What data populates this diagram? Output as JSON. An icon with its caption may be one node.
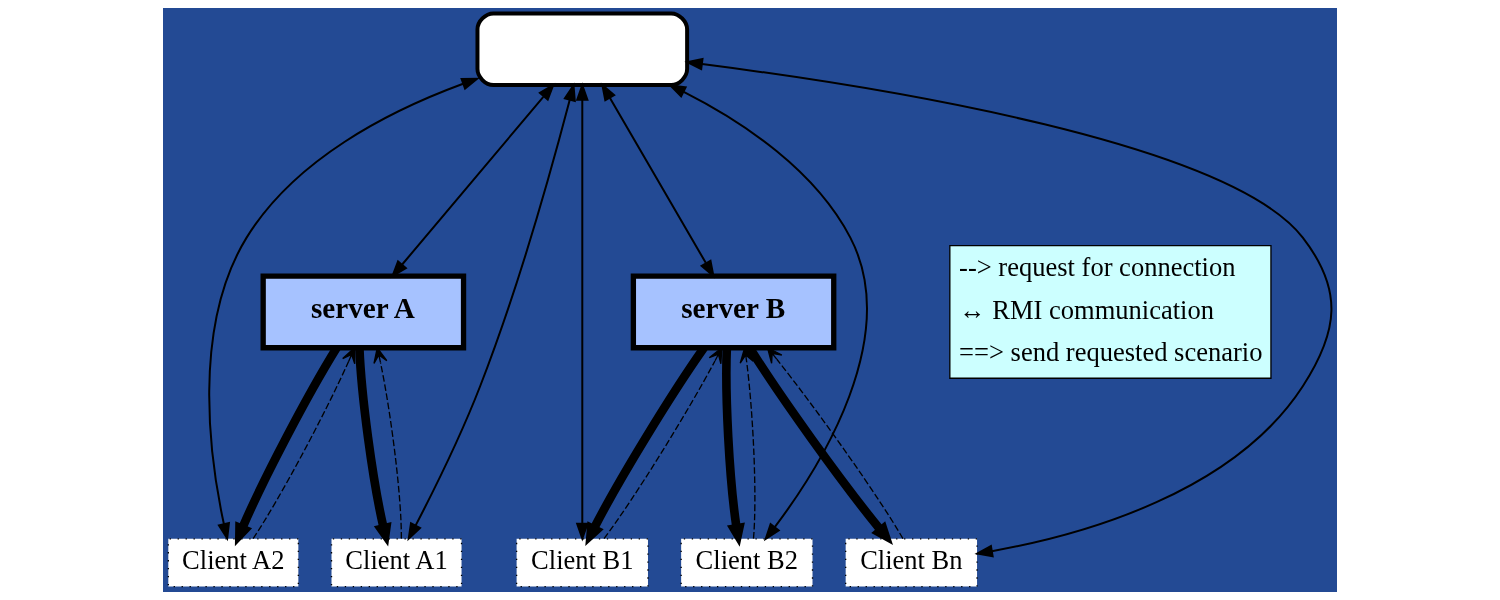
{
  "diagram": {
    "nodes": [
      {
        "text": [],
        "shape": "box"
      },
      {
        "text": [
          "server A"
        ]
      },
      {
        "text": [
          "server B"
        ]
      },
      {
        "text": [
          "Client A1"
        ]
      },
      {
        "text": [
          "Client A2"
        ]
      },
      {
        "text": [
          "Client B1"
        ]
      },
      {
        "text": [
          "Client B2"
        ]
      },
      {
        "text": [
          "Client Bn"
        ]
      }
    ],
    "edges": [
      {
        "from": 0,
        "to": 2,
        "arrow": "both"
      },
      {
        "from": 0,
        "to": 1,
        "arrow": "both"
      },
      {
        "from": 0,
        "to": 3,
        "arrow": "both"
      },
      {
        "from": 0,
        "to": 4,
        "arrow": "both"
      },
      {
        "from": 0,
        "to": 5,
        "arrow": "both"
      },
      {
        "from": 0,
        "to": 6,
        "arrow": "both"
      },
      {
        "from": 0,
        "to": 7,
        "arrow": "both"
      },
      {
        "from": 1,
        "to": 3,
        "arrow": "to",
        "style": "thick"
      },
      {
        "from": 1,
        "to": 4,
        "arrow": "to",
        "style": "thick"
      },
      {
        "from": 2,
        "to": 5,
        "arrow": "to",
        "style": "thick"
      },
      {
        "from": 2,
        "to": 6,
        "arrow": "to",
        "style": "thick"
      },
      {
        "from": 2,
        "to": 7,
        "arrow": "to",
        "style": "thick"
      },
      {
        "from": 3,
        "to": 1,
        "arrow": "to",
        "style": "dashed"
      },
      {
        "from": 4,
        "to": 1,
        "arrow": "to",
        "style": "dashed"
      },
      {
        "from": 5,
        "to": 2,
        "arrow": "to",
        "style": "dashed"
      },
      {
        "from": 6,
        "to": 2,
        "arrow": "to",
        "style": "dashed"
      },
      {
        "from": 7,
        "to": 2,
        "arrow": "to",
        "style": "dashed"
      }
    ],
    "legend": [
      {
        "text": "--> request for connection"
      },
      {
        "text": "↔ RMI communication"
      },
      {
        "text": "==> send requested scenario"
      }
    ]
  }
}
